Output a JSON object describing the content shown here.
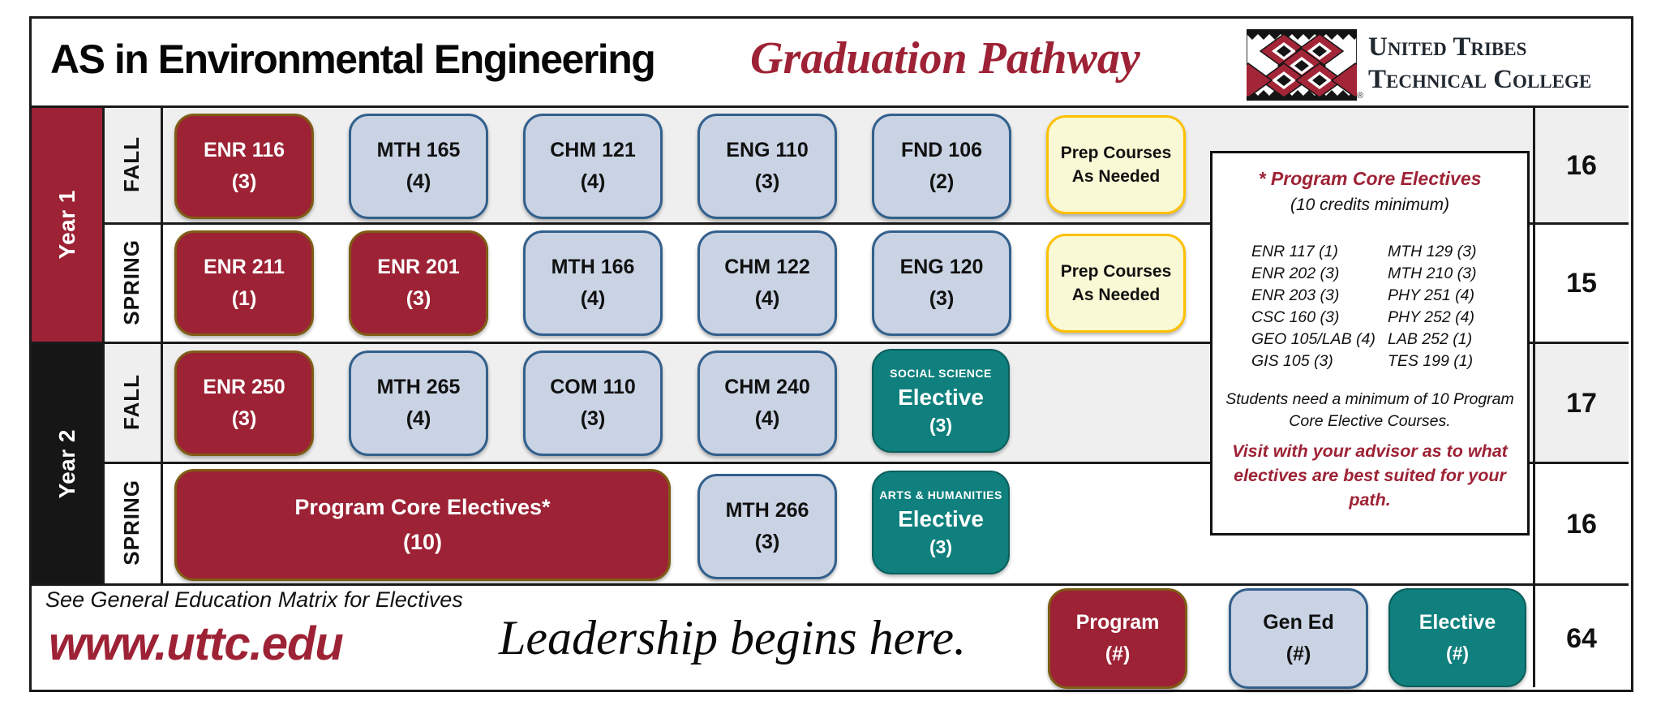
{
  "header": {
    "title": "AS in Environmental Engineering",
    "subtitle": "Graduation Pathway",
    "logo": {
      "line1": "United Tribes",
      "line2": "Technical College",
      "reg": "®"
    }
  },
  "colors": {
    "program_red": "#9d2235",
    "program_border_gold": "#7f5c14",
    "gened_blue": "#c9d3e4",
    "gened_border": "#33608c",
    "elective_teal": "#0f807d",
    "prep_yellow": "#faf9d5",
    "prep_border_gold": "#ffc000",
    "row_gray": "#efefef",
    "year2_black": "#161616"
  },
  "sidebar": {
    "year1": "Year 1",
    "year2": "Year 2"
  },
  "rows": [
    {
      "season": "FALL",
      "credits": "16",
      "courses": [
        {
          "code": "ENR 116",
          "credits": "(3)",
          "type": "program"
        },
        {
          "code": "MTH 165",
          "credits": "(4)",
          "type": "gened"
        },
        {
          "code": "CHM 121",
          "credits": "(4)",
          "type": "gened"
        },
        {
          "code": "ENG 110",
          "credits": "(3)",
          "type": "gened"
        },
        {
          "code": "FND 106",
          "credits": "(2)",
          "type": "gened"
        },
        {
          "line1": "Prep Courses",
          "line2": "As Needed",
          "type": "prep"
        }
      ]
    },
    {
      "season": "SPRING",
      "credits": "15",
      "courses": [
        {
          "code": "ENR 211",
          "credits": "(1)",
          "type": "program"
        },
        {
          "code": "ENR 201",
          "credits": "(3)",
          "type": "program"
        },
        {
          "code": "MTH 166",
          "credits": "(4)",
          "type": "gened"
        },
        {
          "code": "CHM 122",
          "credits": "(4)",
          "type": "gened"
        },
        {
          "code": "ENG 120",
          "credits": "(3)",
          "type": "gened"
        },
        {
          "line1": "Prep Courses",
          "line2": "As Needed",
          "type": "prep"
        }
      ]
    },
    {
      "season": "FALL",
      "credits": "17",
      "courses": [
        {
          "code": "ENR 250",
          "credits": "(3)",
          "type": "program"
        },
        {
          "code": "MTH 265",
          "credits": "(4)",
          "type": "gened"
        },
        {
          "code": "COM 110",
          "credits": "(3)",
          "type": "gened"
        },
        {
          "code": "CHM 240",
          "credits": "(4)",
          "type": "gened"
        },
        {
          "tag": "SOCIAL SCIENCE",
          "code": "Elective",
          "credits": "(3)",
          "type": "elective"
        }
      ]
    },
    {
      "season": "SPRING",
      "credits": "16",
      "courses": [
        {
          "code": "Program Core Electives*",
          "credits": "(10)",
          "type": "program"
        },
        {
          "code": "MTH 266",
          "credits": "(3)",
          "type": "gened"
        },
        {
          "tag": "ARTS & HUMANITIES",
          "code": "Elective",
          "credits": "(3)",
          "type": "elective"
        }
      ]
    }
  ],
  "electives_panel": {
    "title": "* Program Core Electives",
    "subtitle": "(10 credits minimum)",
    "col_left": [
      "ENR 117 (1)",
      "ENR 202 (3)",
      "ENR 203 (3)",
      "CSC 160 (3)",
      "GEO 105/LAB (4)",
      "GIS 105 (3)"
    ],
    "col_right": [
      "MTH 129 (3)",
      "MTH 210 (3)",
      "PHY 251 (4)",
      "PHY 252 (4)",
      "LAB 252 (1)",
      "TES 199 (1)"
    ],
    "note": "Students need a minimum of 10 Program Core Elective Courses.",
    "advisor_note": "Visit with your advisor as to what electives are best suited for your path."
  },
  "footer": {
    "gened_note": "See General Education Matrix for Electives",
    "website": "www.uttc.edu",
    "tagline": "Leadership begins here.",
    "legend": [
      {
        "label": "Program",
        "sub": "(#)",
        "type": "program"
      },
      {
        "label": "Gen Ed",
        "sub": "(#)",
        "type": "gened"
      },
      {
        "label": "Elective",
        "sub": "(#)",
        "type": "elective"
      }
    ],
    "total_credits": "64"
  }
}
